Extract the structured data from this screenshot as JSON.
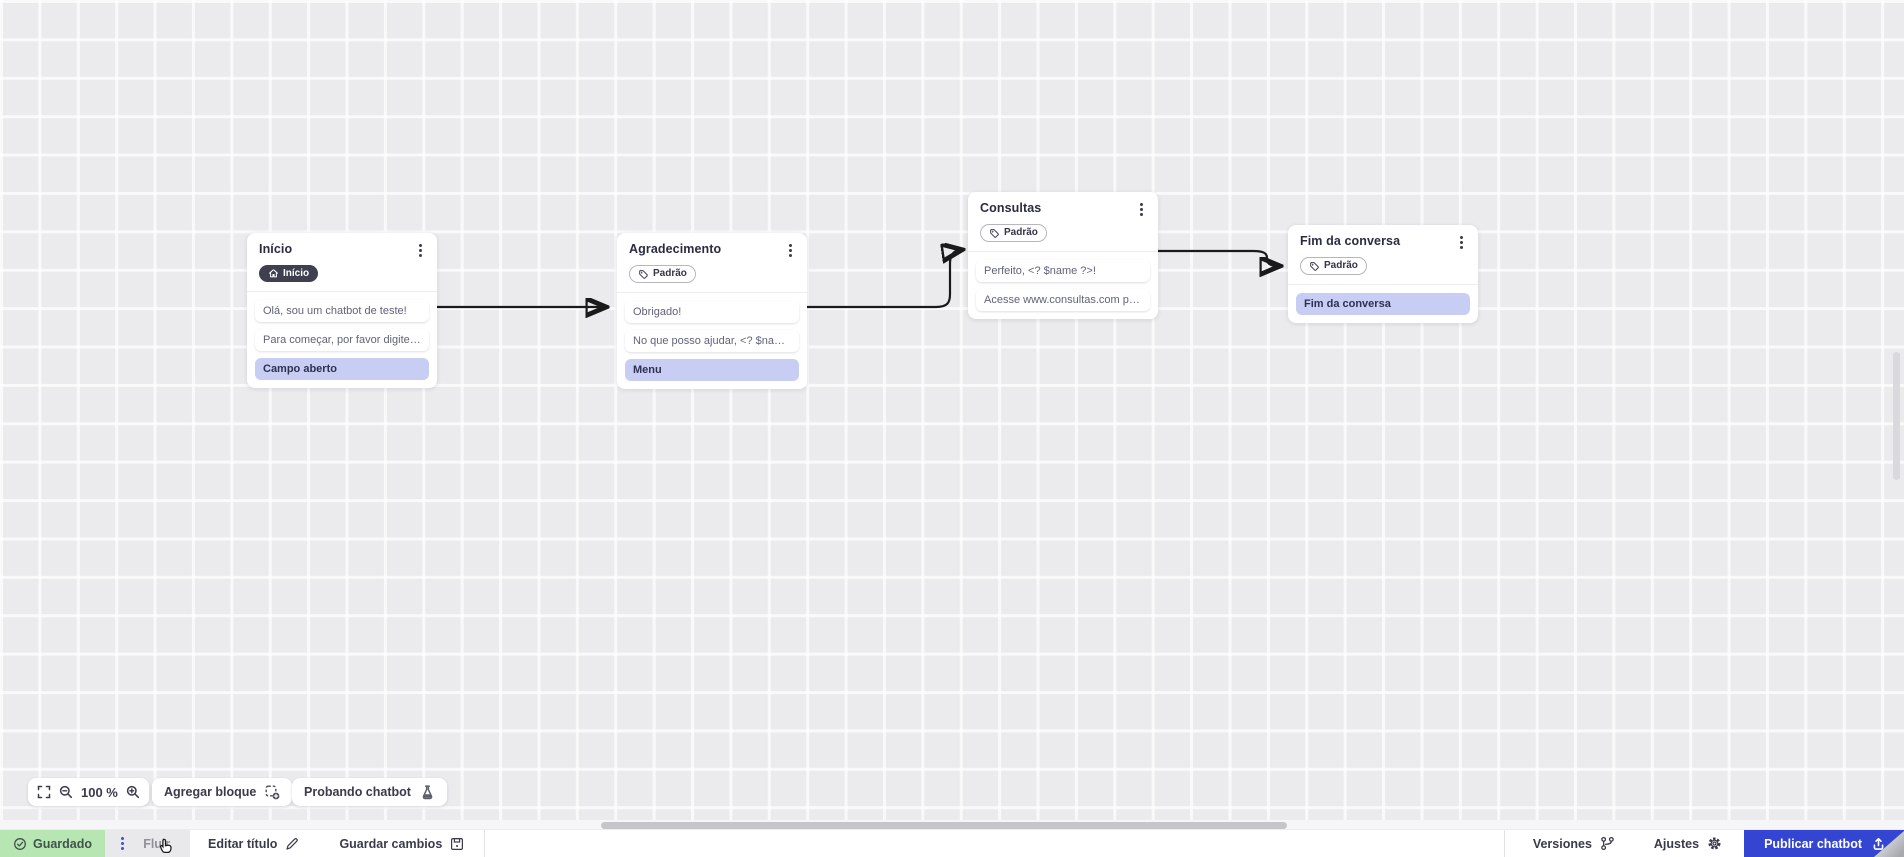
{
  "canvas": {
    "nodes": [
      {
        "title": "Início",
        "badge": {
          "label": "Início",
          "style": "dark",
          "icon": "home-icon"
        },
        "rows": [
          {
            "text": "Olá, sou um chatbot de teste!",
            "highlight": false
          },
          {
            "text": "Para começar, por favor digite o ...",
            "highlight": false
          },
          {
            "text": "Campo aberto",
            "highlight": true
          }
        ]
      },
      {
        "title": "Agradecimento",
        "badge": {
          "label": "Padrão",
          "style": "outline",
          "icon": "tag-icon"
        },
        "rows": [
          {
            "text": "Obrigado!",
            "highlight": false
          },
          {
            "text": "No que posso ajudar, <? $name ...",
            "highlight": false
          },
          {
            "text": "Menu",
            "highlight": true
          }
        ]
      },
      {
        "title": "Consultas",
        "badge": {
          "label": "Padrão",
          "style": "outline",
          "icon": "tag-icon"
        },
        "rows": [
          {
            "text": "Perfeito, <? $name ?>!",
            "highlight": false
          },
          {
            "text": "Acesse www.consultas.com par...",
            "highlight": false
          }
        ]
      },
      {
        "title": "Fim da conversa",
        "badge": {
          "label": "Padrão",
          "style": "outline",
          "icon": "tag-icon"
        },
        "rows": [
          {
            "text": "Fim da conversa",
            "highlight": true
          }
        ]
      }
    ]
  },
  "toolbar": {
    "zoom_level": "100 %",
    "add_block_label": "Agregar bloque",
    "test_chatbot_label": "Probando chatbot"
  },
  "statusbar": {
    "saved_label": "Guardado",
    "flow_tab_label": "Fluir",
    "edit_title_label": "Editar título",
    "save_changes_label": "Guardar cambios",
    "versions_label": "Versiones",
    "settings_label": "Ajustes",
    "publish_label": "Publicar chatbot"
  },
  "colors": {
    "accent_blue": "#3445d1",
    "kebab_blue": "#4050dc",
    "saved_green": "#b7e6b2",
    "highlight_lavender": "#c7cdf3",
    "badge_dark": "#3f3f4f",
    "arrow": "#1a1a1a",
    "canvas_bg": "#ebebee"
  }
}
